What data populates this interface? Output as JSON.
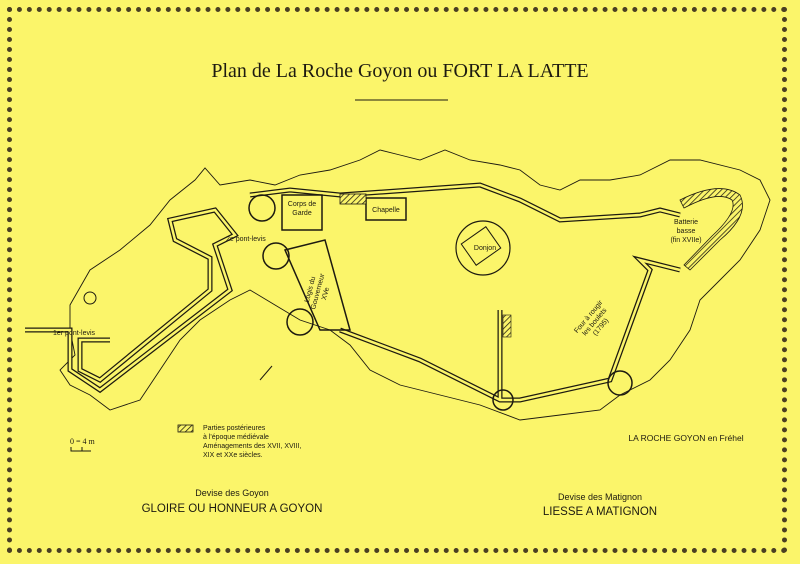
{
  "title": "Plan de La Roche Goyon ou FORT LA LATTE",
  "labels": {
    "first_drawbridge": "1er pont-levis",
    "second_drawbridge": "2e pont-levis",
    "guardhouse_line1": "Corps de",
    "guardhouse_line2": "Garde",
    "chapel": "Chapelle",
    "keep": "Donjon",
    "governor_line1": "Logis du",
    "governor_line2": "Gouverneur",
    "governor_line3": "XVe",
    "battery_line1": "Batterie",
    "battery_line2": "basse",
    "battery_line3": "(fin XVIIe)",
    "oven_line1": "Four à rougir",
    "oven_line2": "les boulets",
    "oven_line3": "(1795)"
  },
  "legend": {
    "line1": "Parties postérieures",
    "line2": "à l'époque médiévale",
    "line3": "Aménagements des XVII, XVIII,",
    "line4": "XIX et XXe siècles."
  },
  "scale": "0 = 4 m",
  "location": "LA ROCHE GOYON en Fréhel",
  "mottos": {
    "goyon_heading": "Devise des Goyon",
    "goyon_text": "GLOIRE OU HONNEUR A GOYON",
    "matignon_heading": "Devise des Matignon",
    "matignon_text": "LIESSE A MATIGNON"
  },
  "colors": {
    "paper": "#fbf56a",
    "ink": "#1d1a10"
  }
}
